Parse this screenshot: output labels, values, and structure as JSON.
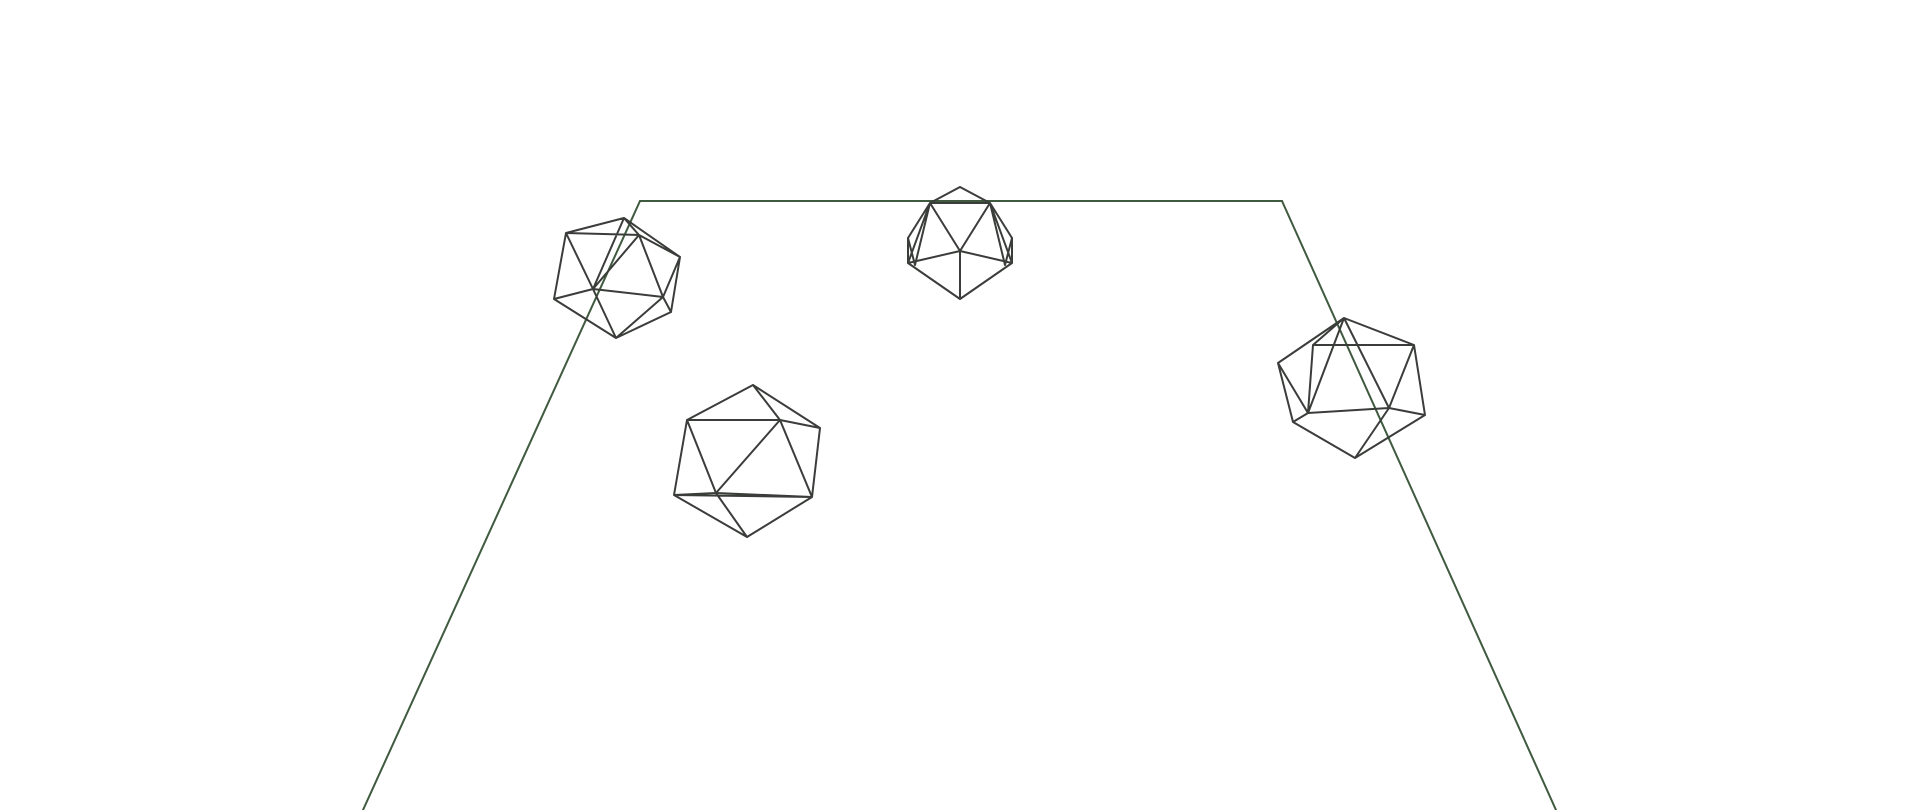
{
  "scene": {
    "background_color": "#ffffff",
    "floor_color": "#3f5a3f",
    "wireframe_color": "#3a3d3a",
    "floor": {
      "shape": "trapezoid-outline",
      "icon": "floor-plane-outline"
    },
    "objects": [
      {
        "name": "icosahedron-1",
        "icon": "icosahedron-wireframe-icon"
      },
      {
        "name": "icosahedron-2",
        "icon": "icosahedron-wireframe-icon"
      },
      {
        "name": "icosahedron-3",
        "icon": "icosahedron-wireframe-icon"
      },
      {
        "name": "icosahedron-4",
        "icon": "icosahedron-wireframe-icon"
      }
    ]
  }
}
